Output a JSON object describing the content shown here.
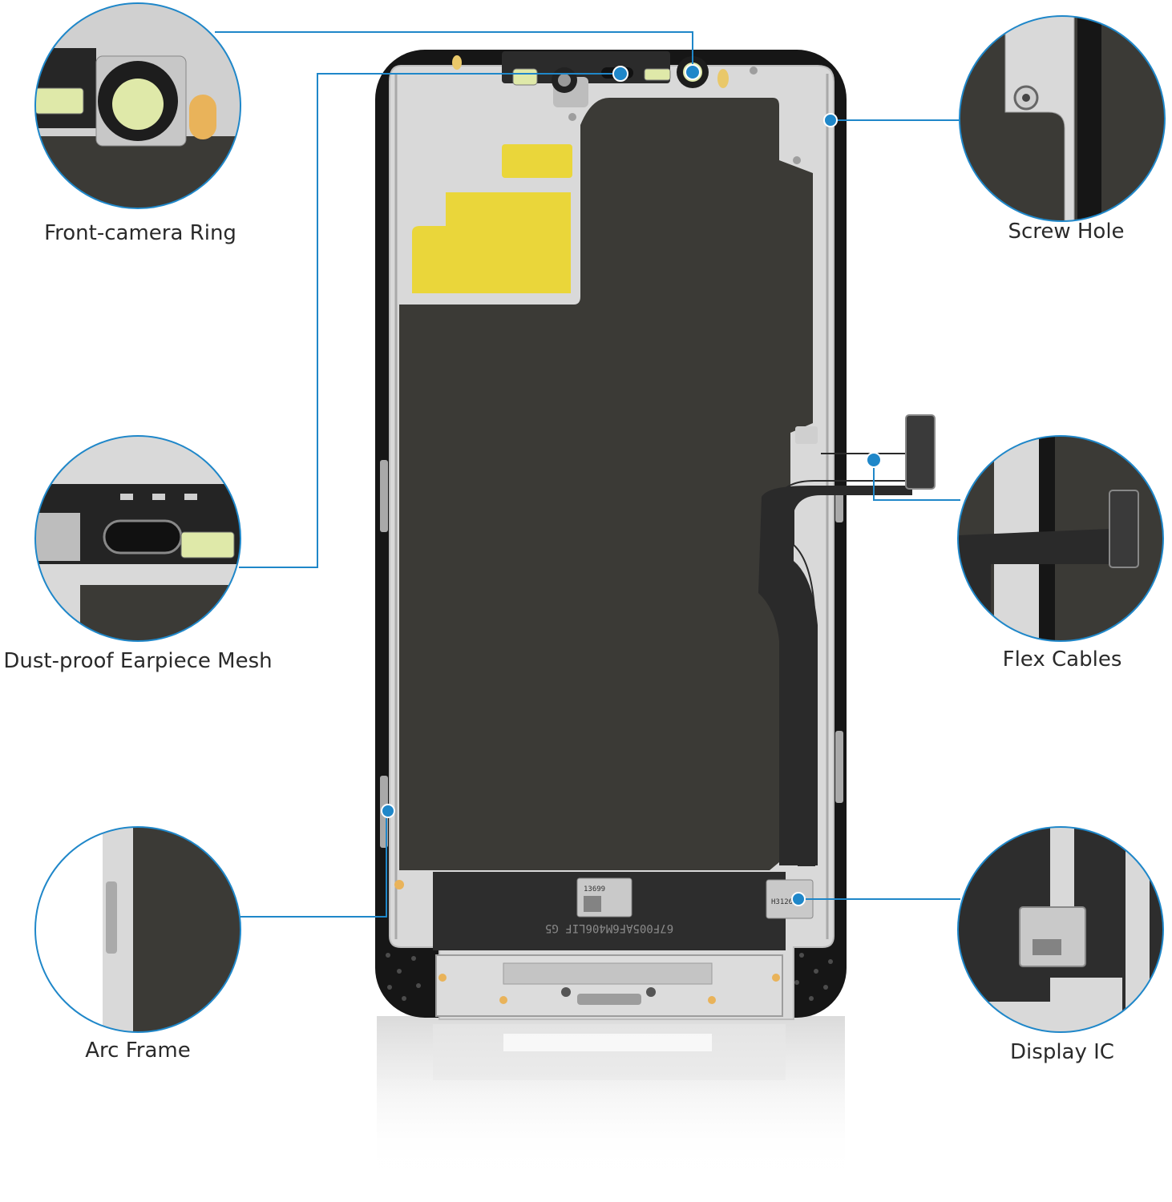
{
  "callouts": {
    "front_camera_ring": "Front-camera Ring",
    "screw_hole": "Screw Hole",
    "earpiece_mesh": "Dust-proof Earpiece Mesh",
    "flex_cables": "Flex Cables",
    "arc_frame": "Arc Frame",
    "display_ic": "Display IC"
  },
  "part_markings": {
    "chip_code_small": "13699",
    "chip_code_ic": "H3126",
    "panel_serial": "67F005AF6M406LIF G5"
  },
  "colors": {
    "callout_line": "#1f87c9",
    "panel_dark": "#3b3a36",
    "frame_silver": "#d9d9d9",
    "bezel_black": "#161616",
    "tape_yellow": "#ead63a",
    "camera_green": "#dfe9a9",
    "flex_black": "#2a2a2a"
  }
}
